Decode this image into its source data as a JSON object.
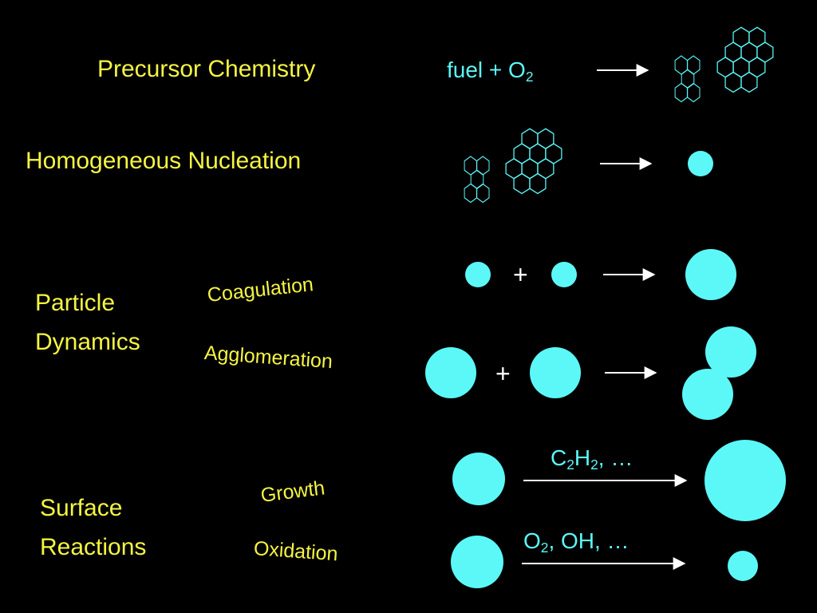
{
  "rows": {
    "precursor": {
      "title": "Precursor Chemistry",
      "fuel": "fuel + O",
      "sub": "2"
    },
    "nucleation": {
      "title": "Homogeneous Nucleation"
    },
    "dynamics": {
      "title_line1": "Particle",
      "title_line2": "Dynamics",
      "coagulation": "Coagulation",
      "agglomeration": "Agglomeration",
      "plus": "+"
    },
    "surface": {
      "title_line1": "Surface",
      "title_line2": "Reactions",
      "growth": "Growth",
      "oxidation": "Oxidation",
      "growth_species": {
        "c": "C",
        "c_sub": "2",
        "h": "H",
        "h_sub": "2",
        "rest": ", …"
      },
      "oxidation_species": {
        "o": "O",
        "o_sub": "2",
        "rest": ", OH, …"
      }
    }
  },
  "colors": {
    "label": "#f5f542",
    "particle": "#5cf8f8",
    "arrow": "#ffffff",
    "background": "#000000"
  },
  "icons": [
    "pah-molecule-small-icon",
    "pah-molecule-large-icon",
    "particle-icon",
    "arrow-icon"
  ]
}
